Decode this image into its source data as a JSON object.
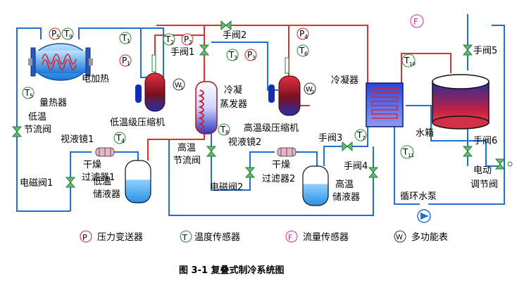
{
  "figure": {
    "caption": "图 3-1 复叠式制冷系统图"
  },
  "components": {
    "calorimeter": "量热器",
    "electric_heater": "电加热",
    "low_temp_throttle": [
      "低温",
      "节流阀"
    ],
    "sight_glass_1": "视液镜1",
    "sight_glass_2": "视液镜2",
    "solenoid_valve_1": "电磁阀1",
    "solenoid_valve_2": "电磁阀2",
    "dryer_filter_1": [
      "干燥",
      "过滤器1"
    ],
    "dryer_filter_2": [
      "干燥",
      "过滤器2"
    ],
    "low_temp_receiver": [
      "低温",
      "储液器"
    ],
    "high_temp_receiver": [
      "高温",
      "储液器"
    ],
    "low_stage_compressor": "低温级压缩机",
    "high_stage_compressor": "高温级压缩机",
    "condenser_evaporator": [
      "冷凝",
      "蒸发器"
    ],
    "high_temp_throttle": [
      "高温",
      "节流阀"
    ],
    "condenser": "冷凝器",
    "water_tank": "水箱",
    "circulating_pump": "循环水泵",
    "electric_control_valve": [
      "电动",
      "调节阀"
    ],
    "manual_valve_1": "手阀1",
    "manual_valve_2": "手阀2",
    "manual_valve_3": "手阀3",
    "manual_valve_4": "手阀4",
    "manual_valve_5": "手阀5",
    "manual_valve_6": "手阀6"
  },
  "sensors": {
    "P1": "P",
    "P1_sub": "1",
    "P2": "P",
    "P2_sub": "2",
    "P3": "P",
    "P3_sub": "3",
    "P4": "P",
    "P4_sub": "4",
    "P5": "P",
    "P5_sub": "5",
    "T1": "T",
    "T1_sub": "1",
    "T2": "T",
    "T2_sub": "2",
    "T3": "T",
    "T3_sub": "3",
    "T4": "T",
    "T4_sub": "4",
    "T5": "T",
    "T5_sub": "5",
    "T6": "T",
    "T6_sub": "6",
    "T7": "T",
    "T7_sub": "7",
    "T8": "T",
    "T8_sub": "8",
    "T9": "T",
    "T9_sub": "9",
    "T10": "T",
    "T10_sub": "10",
    "T11": "T",
    "T11_sub": "11",
    "F": "F",
    "W1": "W",
    "W1_sub": "1",
    "W2": "W",
    "W2_sub": "2"
  },
  "legend": [
    {
      "symbol": "P",
      "label": "压力变送器"
    },
    {
      "symbol": "T",
      "label": "温度传感器"
    },
    {
      "symbol": "F",
      "label": "流量传感器"
    },
    {
      "symbol": "W",
      "label": "多功能表"
    }
  ],
  "colors": {
    "pipe_cold": "#1f6fd6",
    "pipe_hot": "#e03030",
    "sensor_red": "#d02a2a",
    "sensor_green": "#2a8a3a",
    "sensor_magenta": "#c030a0",
    "valve_green": "#58c070",
    "tank_blue": "#2040c0",
    "compressor_red": "#b01020",
    "compressor_blue": "#1030b0"
  }
}
